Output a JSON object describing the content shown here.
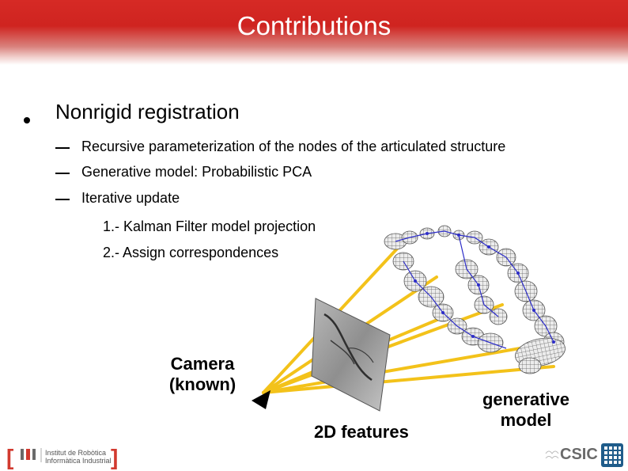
{
  "title": "Contributions",
  "bullet1": "Nonrigid registration",
  "sub": [
    "Recursive parameterization of the nodes of the articulated structure",
    "Generative model: Probabilistic PCA",
    "Iterative update"
  ],
  "steps": [
    "1.- Kalman Filter model projection",
    "2.- Assign correspondences"
  ],
  "labels": {
    "camera": "Camera (known)",
    "features": "2D features",
    "model": "generative model"
  },
  "footer": {
    "institute_line1": "Institut de Robòtica",
    "institute_line2": "Informàtica Industrial",
    "csic": "CSIC"
  },
  "colors": {
    "header": "#d62a25",
    "rays": "#f3c21a",
    "mesh": "#606060",
    "nodes": "#2d2dc8",
    "footer_red": "#d23a2f"
  }
}
